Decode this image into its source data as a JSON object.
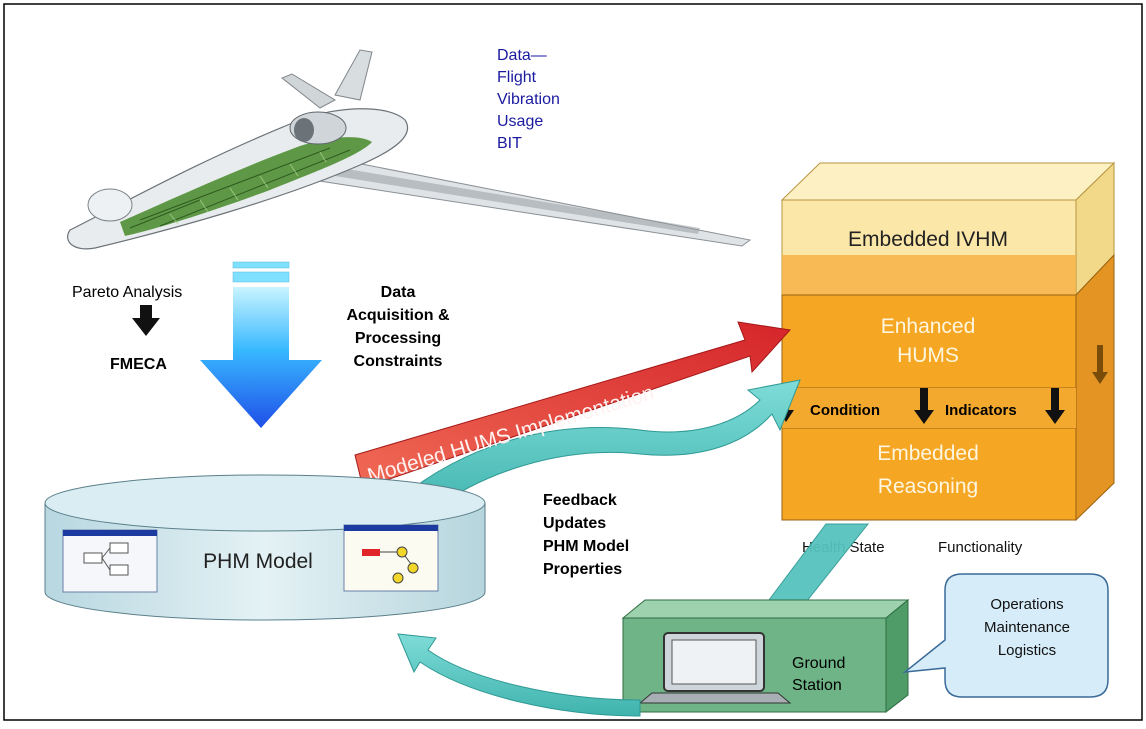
{
  "data_label": {
    "lines": [
      "Data—",
      "Flight",
      "Vibration",
      "Usage",
      "BIT"
    ]
  },
  "pareto": {
    "top": "Pareto Analysis",
    "bottom": "FMECA"
  },
  "acquisition": {
    "lines": [
      "Data",
      "Acquisition &",
      "Processing",
      "Constraints"
    ]
  },
  "cube": {
    "top": "Embedded IVHM",
    "middle_lines": [
      "Enhanced",
      "HUMS"
    ],
    "condition": "Condition",
    "indicators": "Indicators",
    "bottom_lines": [
      "Embedded",
      "Reasoning"
    ],
    "health_state": "Health State",
    "functionality": "Functionality"
  },
  "arrow_label": "Modeled HUMS Implementation",
  "feedback": {
    "lines": [
      "Feedback",
      "Updates",
      "PHM Model",
      "Properties"
    ]
  },
  "phm_model": {
    "label": "PHM Model"
  },
  "ground_station": {
    "lines": [
      "Ground",
      "Station"
    ]
  },
  "callout": {
    "lines": [
      "Operations",
      "Maintenance",
      "Logistics"
    ]
  },
  "colors": {
    "blue_text": "#1a1aa0",
    "orange": "#f5a623",
    "cream": "#fbe7a8",
    "teal": "#5fcac6",
    "red_arrow": "#e8473a",
    "cylinder": "#cfe6ec",
    "ground_box": "#6fb486",
    "callout": "#d6ecf8"
  }
}
